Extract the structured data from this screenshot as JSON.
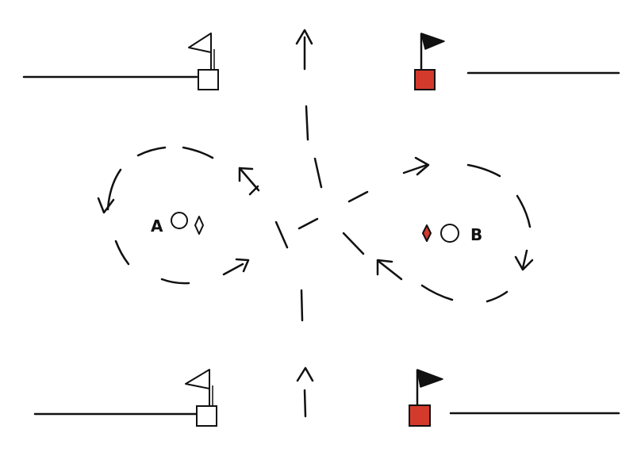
{
  "diagram": {
    "labels": {
      "a": "A",
      "b": "B"
    },
    "colors": {
      "ink": "#111111",
      "marker_fill_red": "#d33a2c",
      "marker_fill_white": "#ffffff",
      "flag_black": "#111111",
      "flag_white": "#ffffff"
    },
    "icons": {
      "start_marker": "white-square-with-white-flag",
      "end_marker": "red-square-with-black-flag",
      "cone_a": "circle-with-white-diamond",
      "cone_b": "circle-with-red-diamond"
    }
  }
}
